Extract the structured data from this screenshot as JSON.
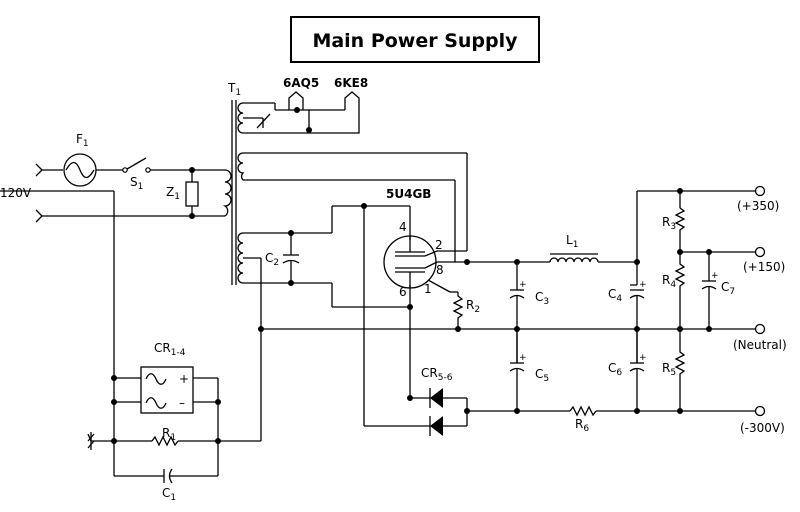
{
  "title": "Main Power Supply",
  "labels": {
    "input_voltage": "120V",
    "fuse": {
      "main": "F",
      "sub": "1"
    },
    "switch": {
      "main": "S",
      "sub": "1"
    },
    "zener": {
      "main": "Z",
      "sub": "1"
    },
    "transformer": {
      "main": "T",
      "sub": "1"
    },
    "tube_6aq5": "6AQ5",
    "tube_6ke8": "6KE8",
    "rectifier_tube": "5U4GB",
    "pin_4": "4",
    "pin_2": "2",
    "pin_8": "8",
    "pin_6": "6",
    "pin_1": "1",
    "c2": {
      "main": "C",
      "sub": "2"
    },
    "r2": {
      "main": "R",
      "sub": "2"
    },
    "l1": {
      "main": "L",
      "sub": "1"
    },
    "c3": {
      "main": "C",
      "sub": "3"
    },
    "c4": {
      "main": "C",
      "sub": "4"
    },
    "c5": {
      "main": "C",
      "sub": "5"
    },
    "c6": {
      "main": "C",
      "sub": "6"
    },
    "c7": {
      "main": "C",
      "sub": "7"
    },
    "r3": {
      "main": "R",
      "sub": "3"
    },
    "r4": {
      "main": "R",
      "sub": "4"
    },
    "r5": {
      "main": "R",
      "sub": "5"
    },
    "r6": {
      "main": "R",
      "sub": "6"
    },
    "r1": {
      "main": "R",
      "sub": "1"
    },
    "c1": {
      "main": "C",
      "sub": "1"
    },
    "cr14": {
      "main": "CR",
      "sub": "1-4"
    },
    "cr56": {
      "main": "CR",
      "sub": "5-6"
    },
    "out_350": "(+350)",
    "out_150": "(+150)",
    "out_neutral": "(Neutral)",
    "out_300": "(-300V)",
    "bridge_plus": "+",
    "bridge_minus": "–",
    "cap_plus": "+"
  }
}
